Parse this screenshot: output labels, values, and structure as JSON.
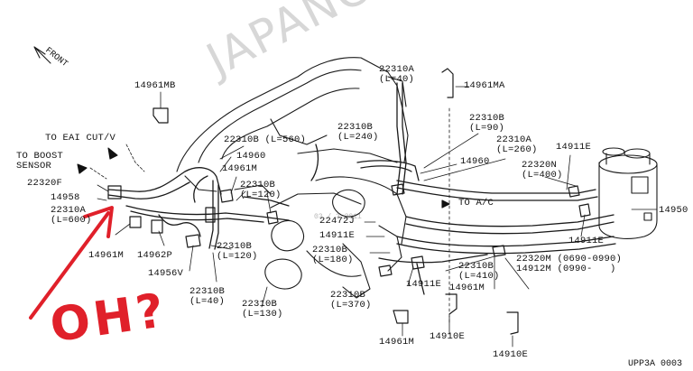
{
  "watermark": "JAPANCATS.RU",
  "watermark_small": "03 / 3.2011",
  "front_label": "FRONT",
  "red_annotation": "OH?",
  "accent_color": "#e0202a",
  "diagram_code": "UPP3A 0003",
  "labels": {
    "p14961MB": "14961MB",
    "to_eai": "TO EAI CUT/V",
    "to_boost": "TO BOOST\nSENSOR",
    "p22320F": "22320F",
    "p14958": "14958",
    "p22310A_600": "22310A\n(L=600)",
    "p14961M_a": "14961M",
    "p14962P": "14962P",
    "p14956V": "14956V",
    "p22310B_560": "22310B (L=560)",
    "p14960_a": "14960",
    "p14961M_b": "14961M",
    "p22310B_120a": "22310B\n(L=120)",
    "p22310B_120b": "22310B\n(L=120)",
    "p22310B_40": "22310B\n(L=40)",
    "p22310B_130": "22310B\n(L=130)",
    "p22310A_40": "22310A\n(L=40)",
    "p22310B_240": "22310B\n(L=240)",
    "p14961MA": "14961MA",
    "p22310B_90": "22310B\n(L=90)",
    "p22310A_260": "22310A\n(L=260)",
    "p14911E_a": "14911E",
    "p14960_b": "14960",
    "p22320N": "22320N\n(L=400)",
    "to_ac": "TO A/C",
    "p14950": "14950",
    "p22472J": "22472J",
    "p14911E_b": "14911E",
    "p22310B_180": "22310B\n(L=180)",
    "p14911E_c": "14911E",
    "p22310B_370": "22310B\n(L=370)",
    "p14911E_d": "14911E",
    "p22310B_410": "22310B\n(L=410)",
    "p14961M_c": "14961M",
    "p22320M": "22320M (0690-0990)",
    "p14912M": "14912M (0990-   )",
    "p14961M_d": "14961M",
    "p14910E_a": "14910E",
    "p14910E_b": "14910E"
  }
}
